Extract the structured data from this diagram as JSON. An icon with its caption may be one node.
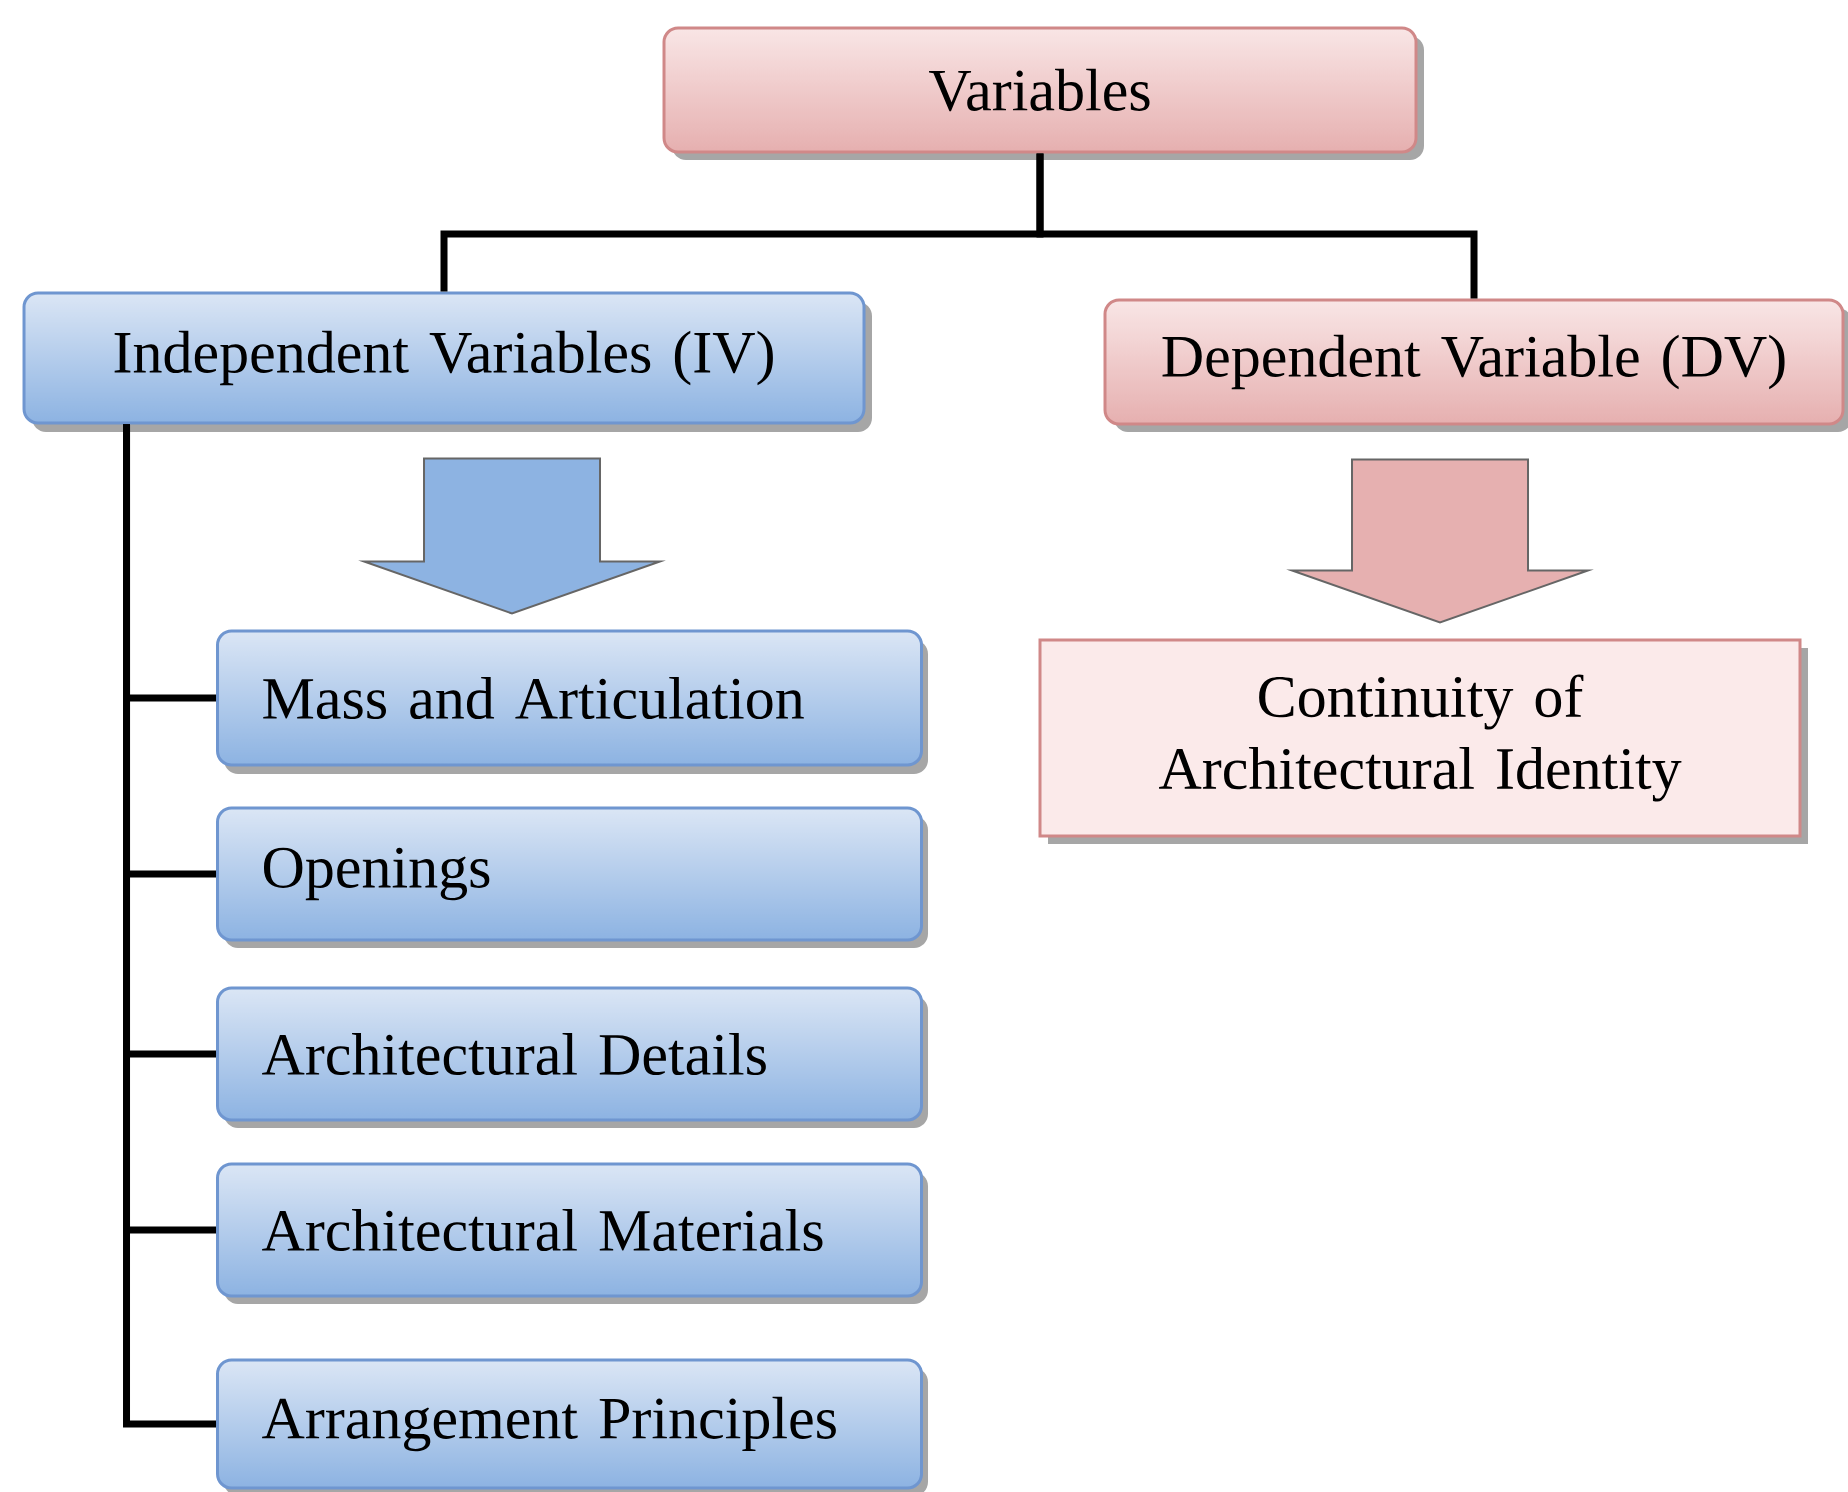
{
  "diagram": {
    "nodes": [
      {
        "text": [
          "Variables"
        ]
      },
      {
        "text": [
          "Independent Variables (IV)"
        ]
      },
      {
        "text": [
          "Dependent Variable (DV)"
        ]
      },
      {
        "text": [
          "Mass and Articulation"
        ]
      },
      {
        "text": [
          "Openings"
        ]
      },
      {
        "text": [
          "Architectural Details"
        ]
      },
      {
        "text": [
          "Architectural Materials"
        ]
      },
      {
        "text": [
          "Arrangement Principles"
        ]
      },
      {
        "text": [
          "Continuity of Architectural Identity"
        ]
      }
    ],
    "edges": [
      {
        "from": 0,
        "to": 1,
        "arrow": "none"
      },
      {
        "from": 0,
        "to": 2,
        "arrow": "none"
      },
      {
        "from": 1,
        "to": 3,
        "arrow": "to",
        "color": "#8db3e2"
      },
      {
        "from": 1,
        "to": 3,
        "arrow": "none"
      },
      {
        "from": 1,
        "to": 4,
        "arrow": "none"
      },
      {
        "from": 1,
        "to": 5,
        "arrow": "none"
      },
      {
        "from": 1,
        "to": 6,
        "arrow": "none"
      },
      {
        "from": 1,
        "to": 7,
        "arrow": "none"
      },
      {
        "from": 2,
        "to": 8,
        "arrow": "to",
        "color": "#e6b0b0"
      }
    ]
  }
}
